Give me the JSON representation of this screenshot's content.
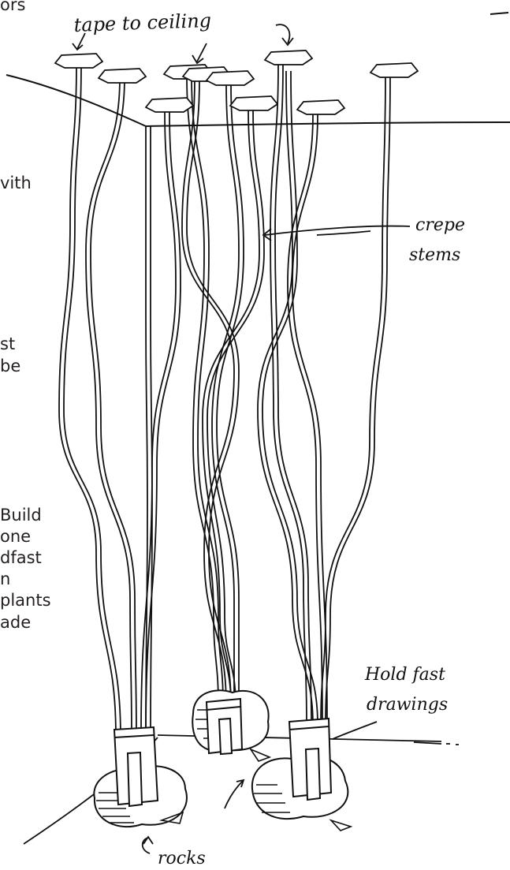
{
  "annotations": {
    "tape": "tape to ceiling",
    "crepe_line1": "crepe",
    "crepe_line2": "stems",
    "holdfast_line1": "Hold fast",
    "holdfast_line2": "drawings",
    "rocks": "rocks"
  },
  "side_text": {
    "b1": "ors",
    "b2": "vith",
    "b3": "st",
    "b4": "be",
    "b5": "Build",
    "b6": "one",
    "b7": "dfast",
    "b8": "n",
    "b9": "plants",
    "b10": "ade"
  },
  "colors": {
    "ink": "#111111",
    "text": "#231f20",
    "paper": "#ffffff"
  }
}
